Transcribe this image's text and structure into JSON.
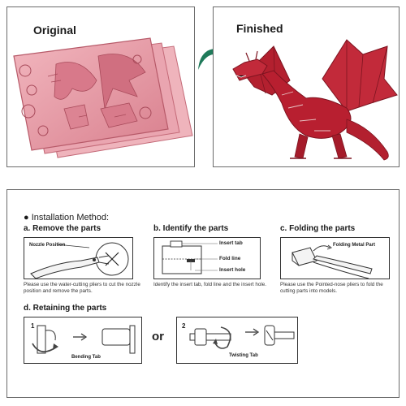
{
  "top": {
    "original_title": "Original",
    "finished_title": "Finished"
  },
  "install": {
    "heading": "● Installation Method:",
    "a": {
      "title": "a. Remove the parts",
      "label": "Nozzle Position",
      "caption": "Please use the water-cutting pliers to cut the nozzle position and remove the parts."
    },
    "b": {
      "title": "b. Identify the parts",
      "labels": [
        "Insert tab",
        "Fold line",
        "Insert hole"
      ],
      "caption": "Identify the insert tab, fold line and the insert hole."
    },
    "c": {
      "title": "c. Folding the parts",
      "label": "Folding Metal Part",
      "caption": "Please use the Pointed-nose pliers to fold the cutting parts into models."
    },
    "d": {
      "title": "d. Retaining the parts",
      "step1_num": "1",
      "step1_label": "Bending Tab",
      "or": "or",
      "step2_num": "2",
      "step2_label": "Twisting Tab"
    }
  },
  "colors": {
    "sheet_pink": "#e89aa6",
    "dragon_red": "#b3202f",
    "arrow_green": "#1f7a5a"
  }
}
